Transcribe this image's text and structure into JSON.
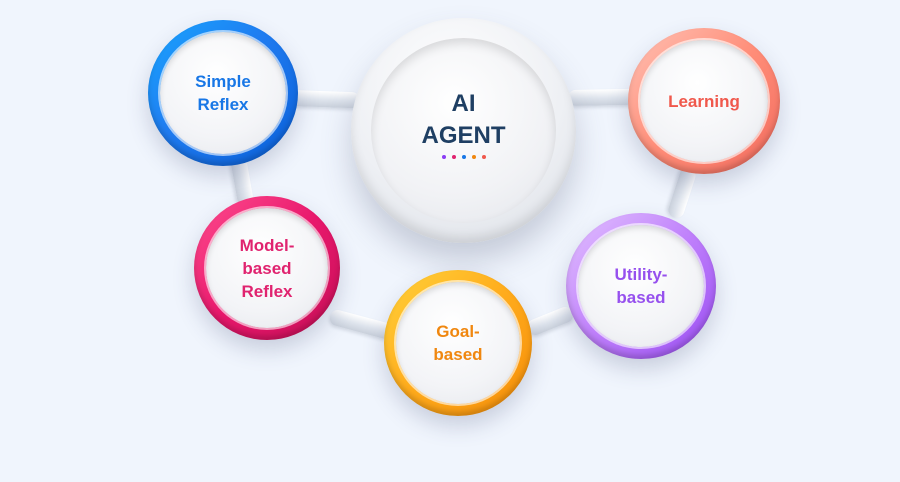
{
  "center": {
    "title_line1": "AI",
    "title_line2": "AGENT",
    "dot_colors": [
      "#8b3df5",
      "#e0236f",
      "#1877e6",
      "#f0870f",
      "#f0584c"
    ]
  },
  "nodes": {
    "simple_reflex": {
      "line1": "Simple",
      "line2": "Reflex"
    },
    "learning": {
      "line1": "Learning"
    },
    "model_based_reflex": {
      "line1": "Model-",
      "line2": "based",
      "line3": "Reflex"
    },
    "goal_based": {
      "line1": "Goal-",
      "line2": "based"
    },
    "utility_based": {
      "line1": "Utility-",
      "line2": "based"
    }
  },
  "colors": {
    "simple_reflex": "#1877e6",
    "learning": "#f0584c",
    "model_based_reflex": "#e0236f",
    "goal_based": "#f0870f",
    "utility_based": "#9650ee",
    "center_text": "#1f3f63"
  }
}
